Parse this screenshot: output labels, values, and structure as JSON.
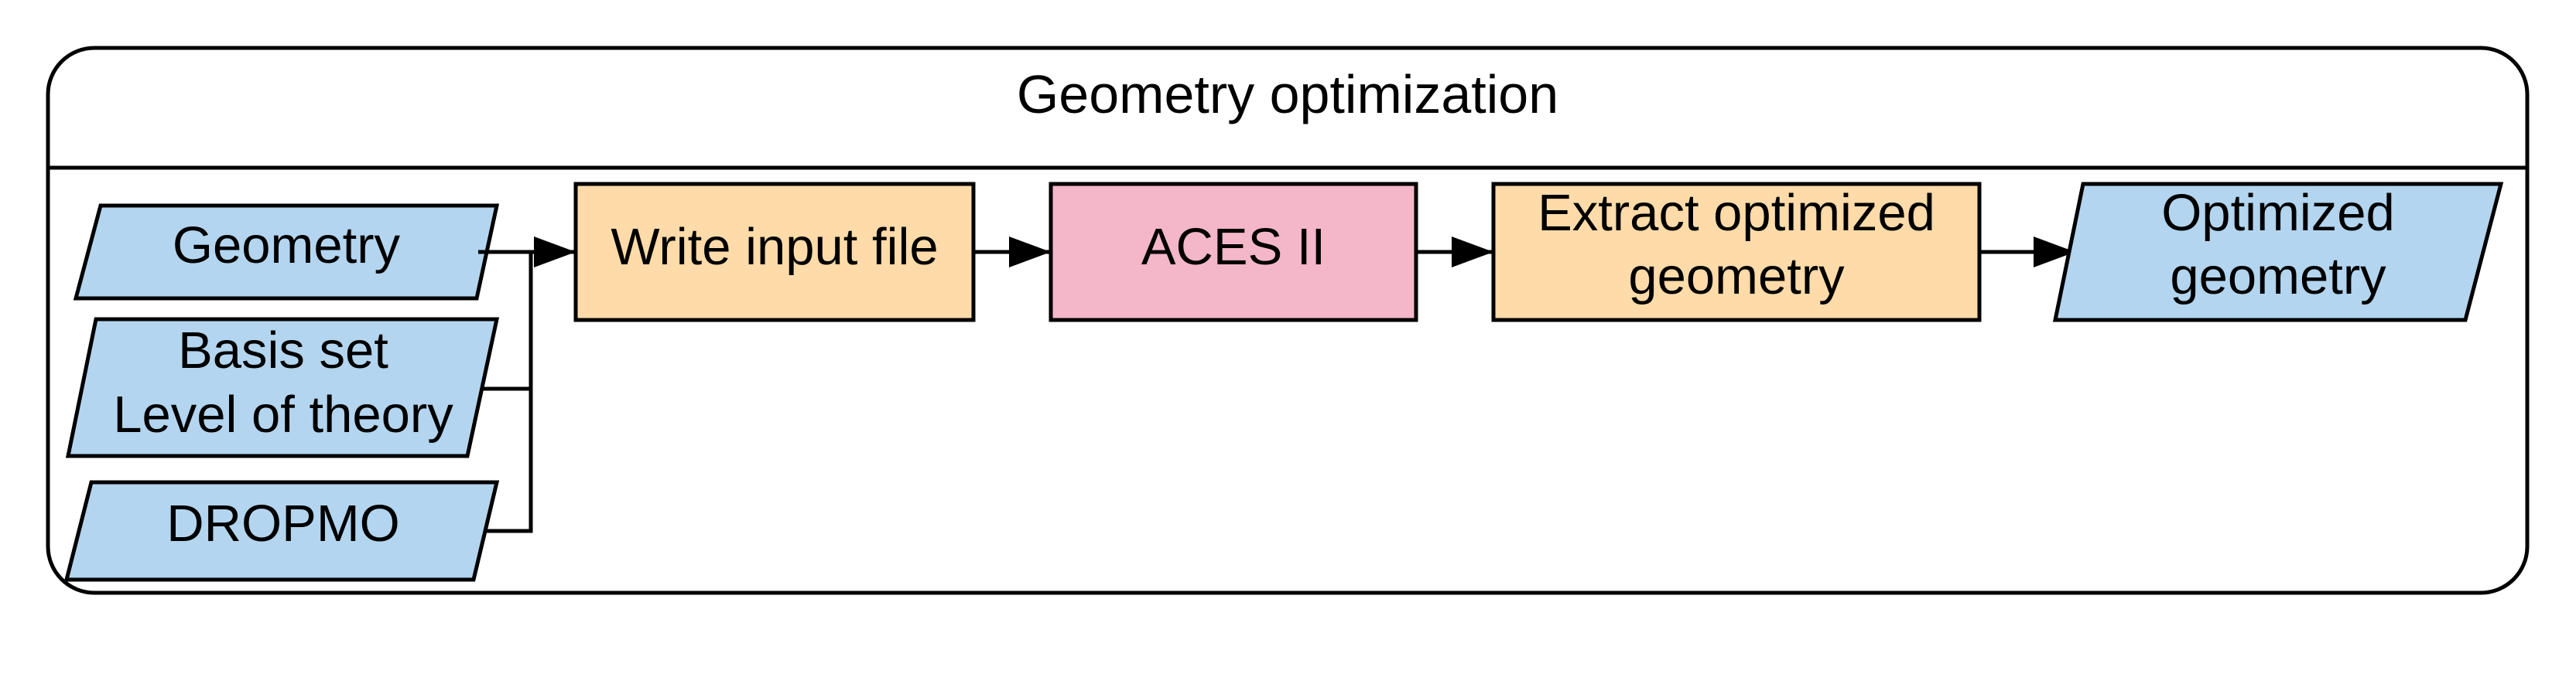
{
  "diagram": {
    "title": "Geometry optimization",
    "inputs": {
      "geometry": "Geometry",
      "basis_set": "Basis set",
      "level_of_theory": "Level of theory",
      "dropmo": "DROPMO"
    },
    "steps": {
      "write_input": "Write input file",
      "aces": "ACES II",
      "extract_line1": "Extract optimized",
      "extract_line2": "geometry"
    },
    "output": {
      "line1": "Optimized",
      "line2": "geometry"
    }
  },
  "colors": {
    "data_fill": "#b3d5ef",
    "process_fill": "#fedba8",
    "program_fill": "#f4b6c9",
    "stroke": "#000000"
  }
}
